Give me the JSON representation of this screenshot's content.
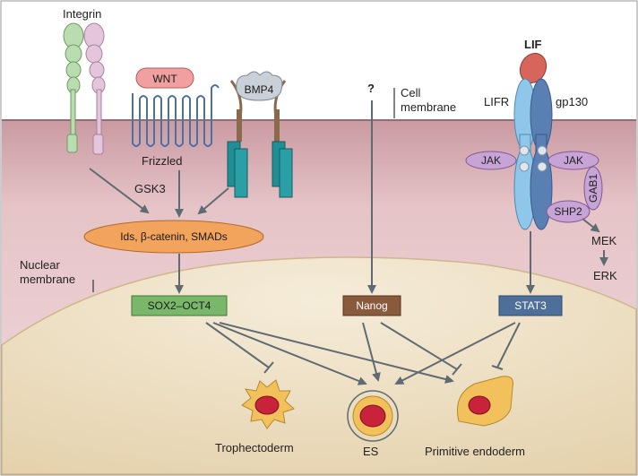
{
  "labels": {
    "integrin": "Integrin",
    "wnt": "WNT",
    "bmp4": "BMP4",
    "question": "?",
    "cell_membrane_1": "Cell",
    "cell_membrane_2": "membrane",
    "lif": "LIF",
    "lifr": "LIFR",
    "gp130": "gp130",
    "frizzled": "Frizzled",
    "gsk3": "GSK3",
    "jak_left": "JAK",
    "jak_right": "JAK",
    "gab1": "GAB1",
    "shp2": "SHP2",
    "mek": "MEK",
    "erk": "ERK",
    "ids": "Ids, β-catenin, SMADs",
    "nuclear_membrane_1": "Nuclear",
    "nuclear_membrane_2": "membrane",
    "sox2_oct4": "SOX2–OCT4",
    "nanog": "Nanog",
    "stat3": "STAT3",
    "trophectoderm": "Trophectoderm",
    "es": "ES",
    "primitive_endoderm": "Primitive endoderm"
  },
  "colors": {
    "cytoplasm": "#e8c9cd",
    "membrane": "#b9858d",
    "nucleus": "#efe3c9",
    "arrow": "#5f6b72",
    "sox2_box": "#79b86b",
    "nanog_box": "#8a5a3c",
    "stat3_box": "#4e6f9a",
    "ids_ellipse": "#f2a35c",
    "receptor_teal": "#1f8f95",
    "cell_body": "#f2c15c",
    "cell_nucleus": "#c9233b"
  }
}
